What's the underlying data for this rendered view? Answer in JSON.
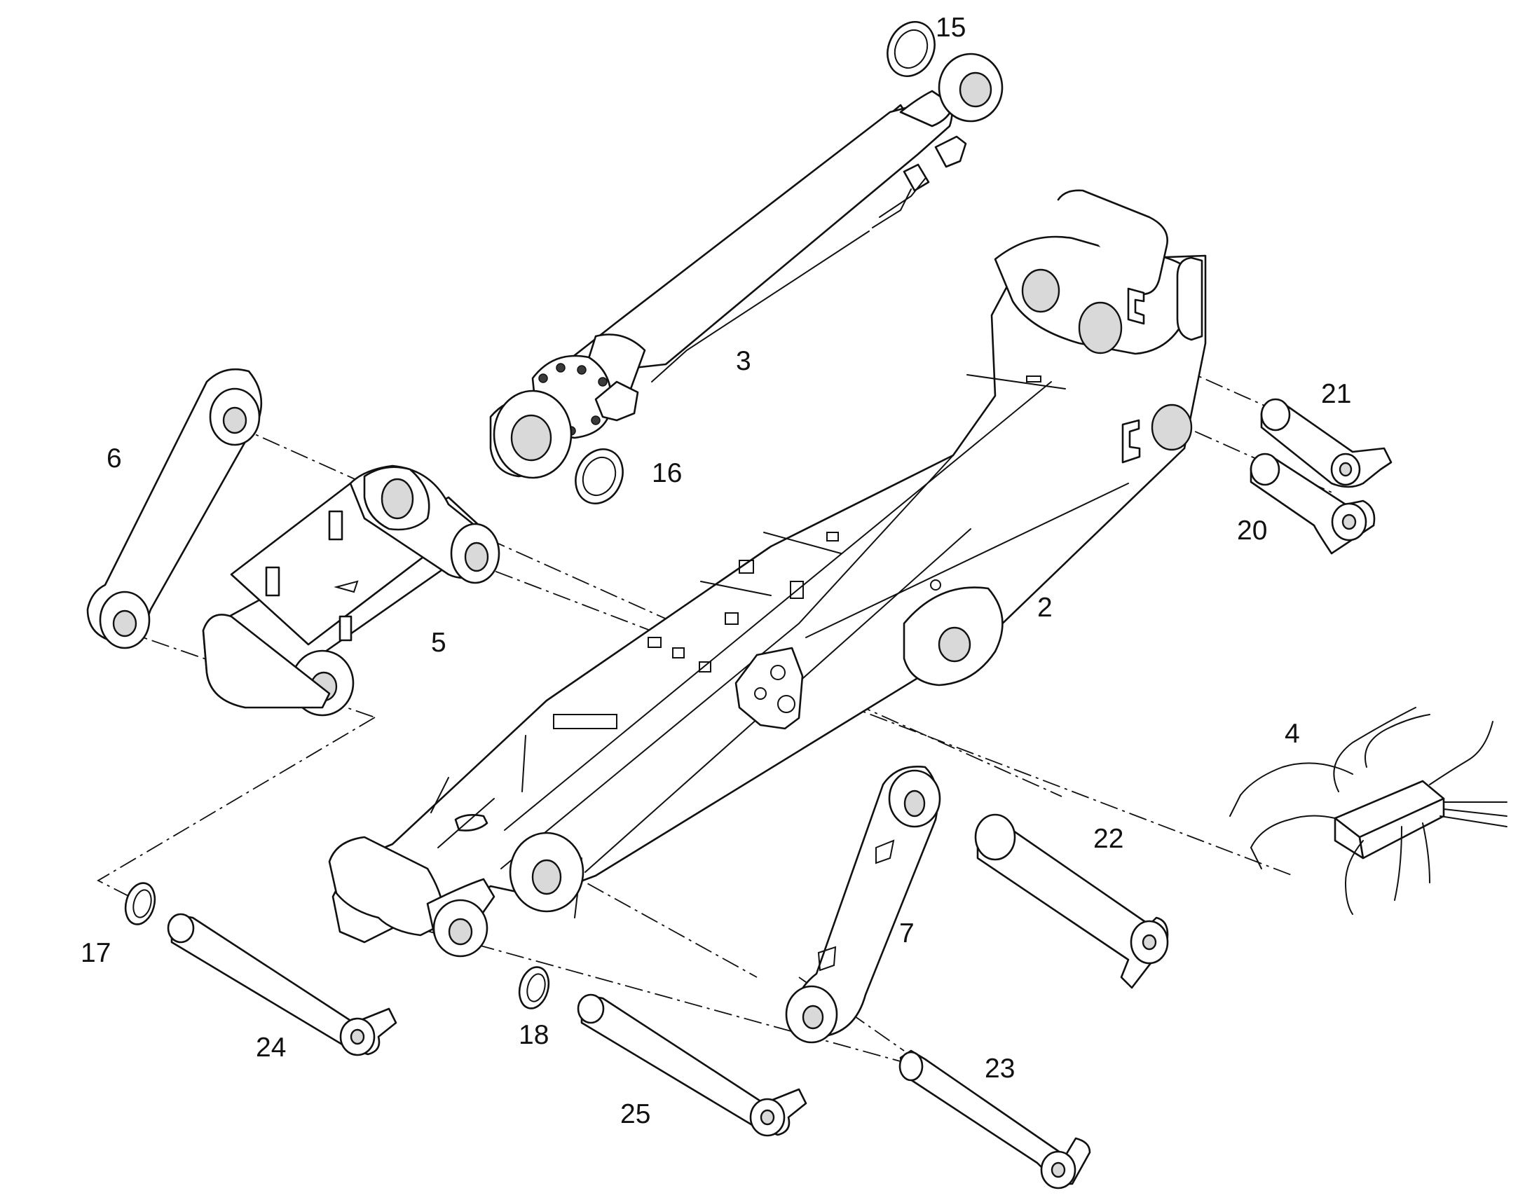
{
  "diagram": {
    "callouts": {
      "c2": "2",
      "c3": "3",
      "c4": "4",
      "c5": "5",
      "c6": "6",
      "c7": "7",
      "c15": "15",
      "c16": "16",
      "c17": "17",
      "c18": "18",
      "c20": "20",
      "c21": "21",
      "c22": "22",
      "c23": "23",
      "c24": "24",
      "c25": "25"
    }
  }
}
